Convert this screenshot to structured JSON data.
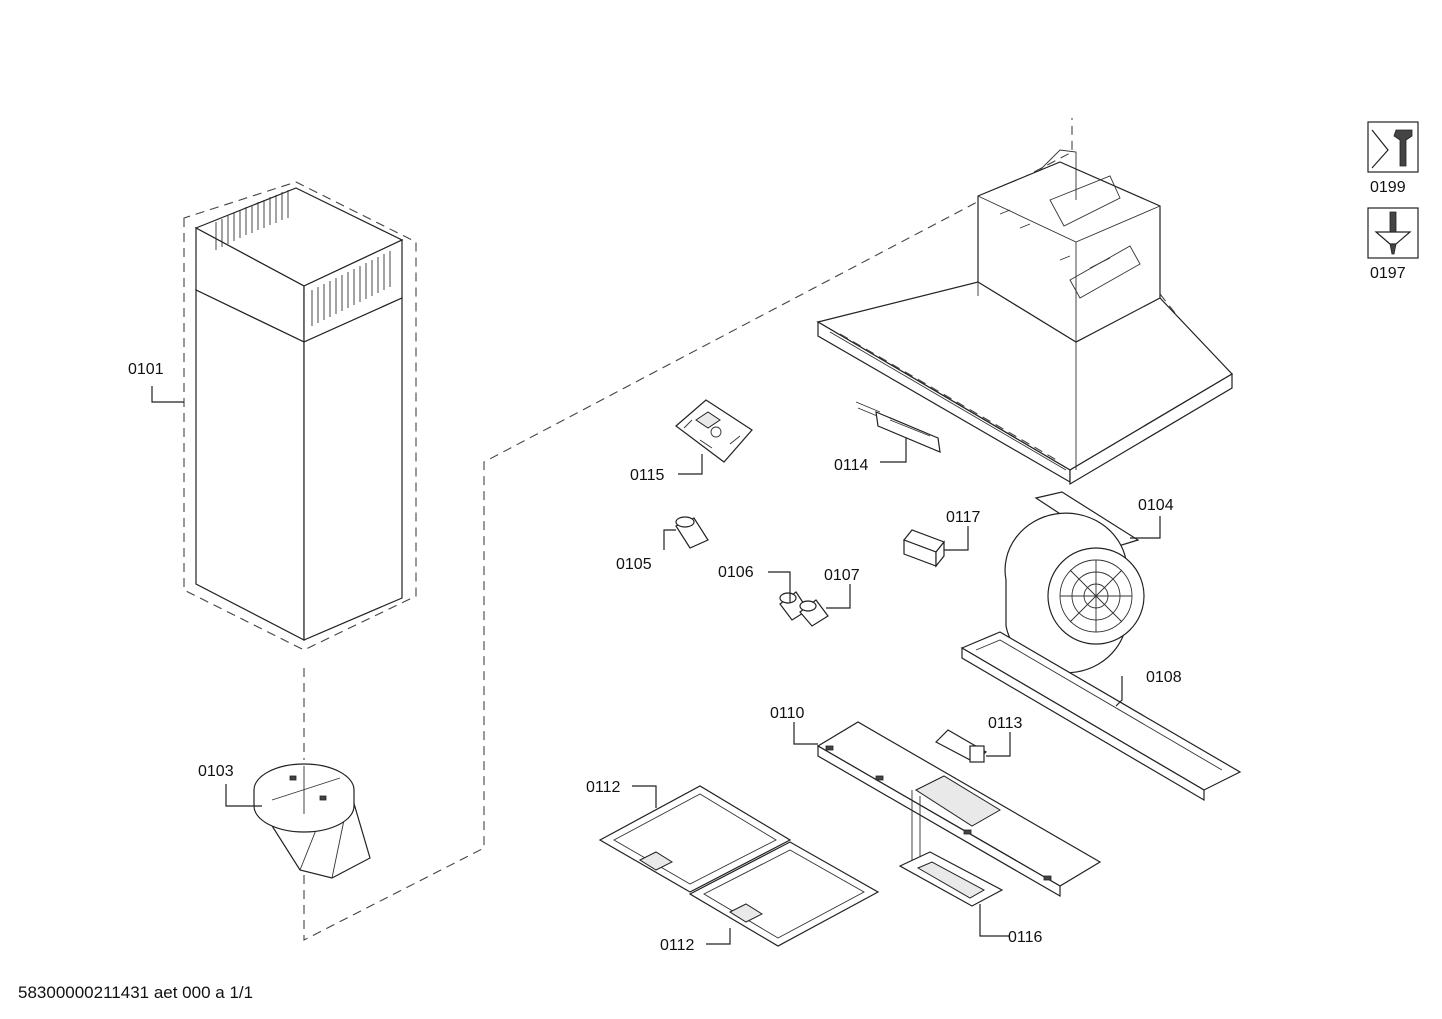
{
  "diagram": {
    "parts": [
      {
        "id": "0101"
      },
      {
        "id": "0103"
      },
      {
        "id": "0104"
      },
      {
        "id": "0105"
      },
      {
        "id": "0106"
      },
      {
        "id": "0107"
      },
      {
        "id": "0108"
      },
      {
        "id": "0110"
      },
      {
        "id": "0112"
      },
      {
        "id": "0112"
      },
      {
        "id": "0113"
      },
      {
        "id": "0114"
      },
      {
        "id": "0115"
      },
      {
        "id": "0116"
      },
      {
        "id": "0117"
      }
    ],
    "tools": [
      {
        "id": "0199",
        "icon": "wrench-icon"
      },
      {
        "id": "0197",
        "icon": "screwdriver-icon"
      }
    ],
    "footer": "58300000211431 aet 000 a 1/1"
  }
}
